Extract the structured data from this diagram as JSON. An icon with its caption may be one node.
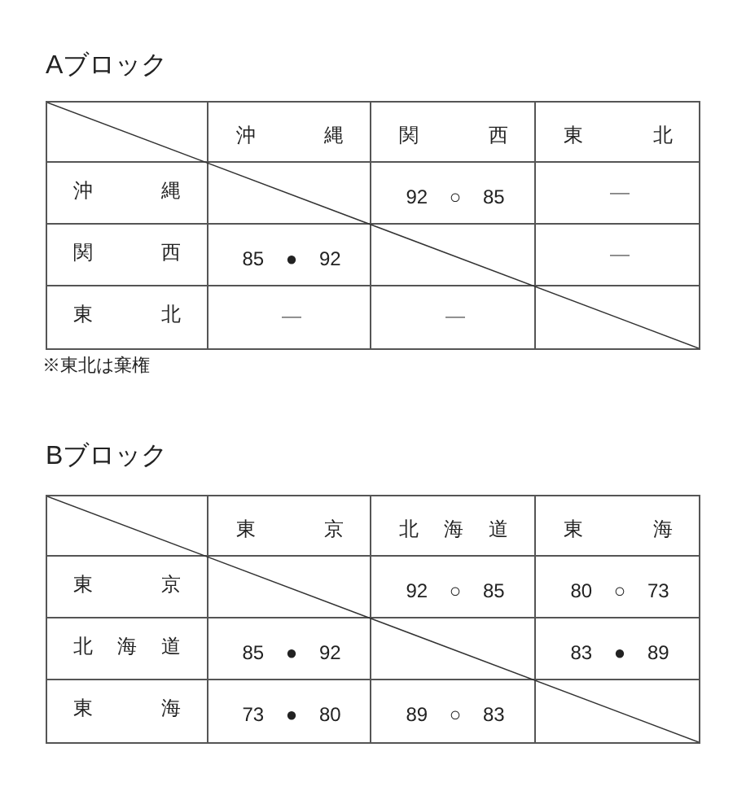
{
  "diagram": {
    "labels": [
      "Aブロック",
      "沖縄",
      "関西",
      "東北",
      "沖縄",
      "92 ○ 85",
      "—",
      "関西",
      "85 ● 92",
      "—",
      "東北",
      "—",
      "—",
      "※東北は棄権",
      "Bブロック",
      "東京",
      "北海道",
      "東海",
      "東京",
      "92 ○ 85",
      "80 ○ 73",
      "北海道",
      "85 ● 92",
      "83 ● 89",
      "東海",
      "73 ● 80",
      "89 ○ 83"
    ]
  }
}
